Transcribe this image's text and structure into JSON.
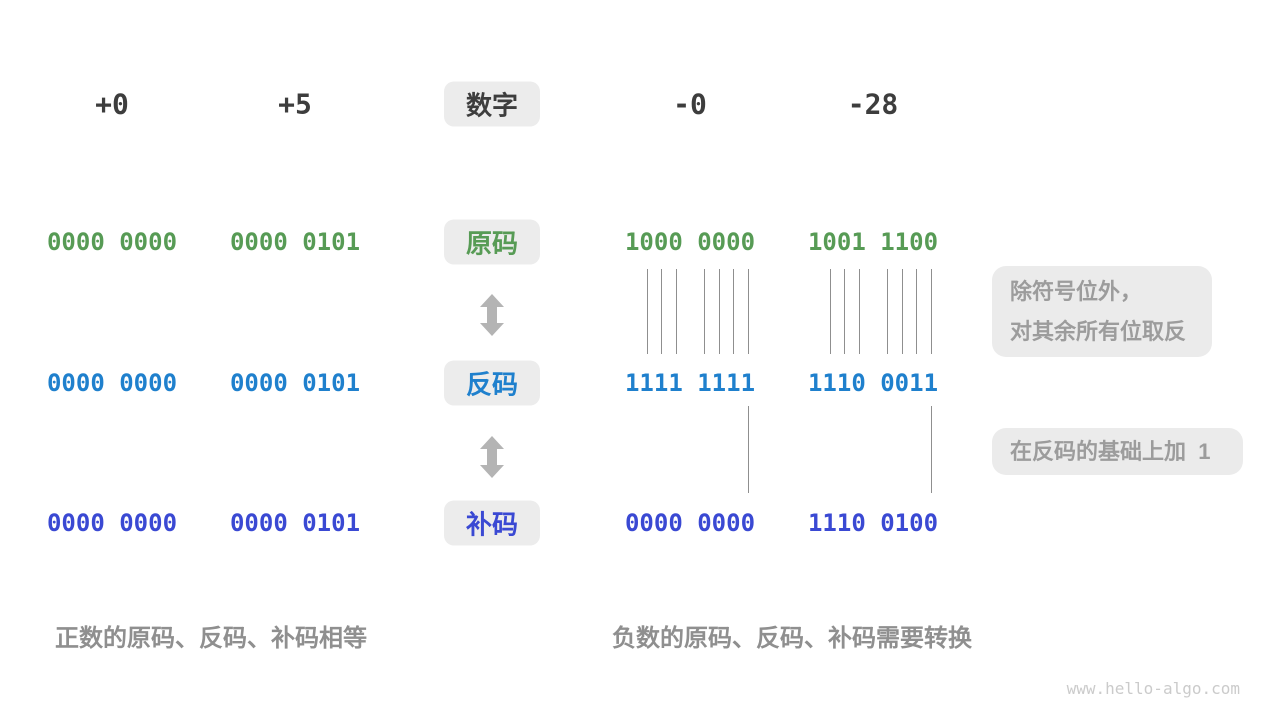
{
  "header": {
    "pos": [
      "+0",
      "+5"
    ],
    "label": "数字",
    "neg": [
      "-0",
      "-28"
    ]
  },
  "rows": [
    {
      "name": "sign-magnitude",
      "label": "原码",
      "color": "#579b55",
      "pos": [
        "0000 0000",
        "0000 0101"
      ],
      "neg": [
        "1000 0000",
        "1001 1100"
      ]
    },
    {
      "name": "ones-complement",
      "label": "反码",
      "color": "#1f80cd",
      "pos": [
        "0000 0000",
        "0000 0101"
      ],
      "neg": [
        "1111 1111",
        "1110 0011"
      ]
    },
    {
      "name": "twos-complement",
      "label": "补码",
      "color": "#3a49d3",
      "pos": [
        "0000 0000",
        "0000 0101"
      ],
      "neg": [
        "0000 0000",
        "1110 0100"
      ]
    }
  ],
  "notes": [
    {
      "lines": [
        "除符号位外，",
        "对其余所有位取反"
      ]
    },
    {
      "lines": [
        "在反码的基础上加  1"
      ]
    }
  ],
  "captions": {
    "positive": "正数的原码、反码、补码相等",
    "negative": "负数的原码、反码、补码需要转换"
  },
  "colors": {
    "sign_magnitude": "#579b55",
    "ones_complement": "#1f80cd",
    "twos_complement": "#3a49d3",
    "badge_background": "#ececec",
    "note_background": "#ebebeb",
    "gray_text": "#8f8f8f",
    "arrow": "#b4b4b4"
  },
  "watermark": "www.hello-algo.com"
}
